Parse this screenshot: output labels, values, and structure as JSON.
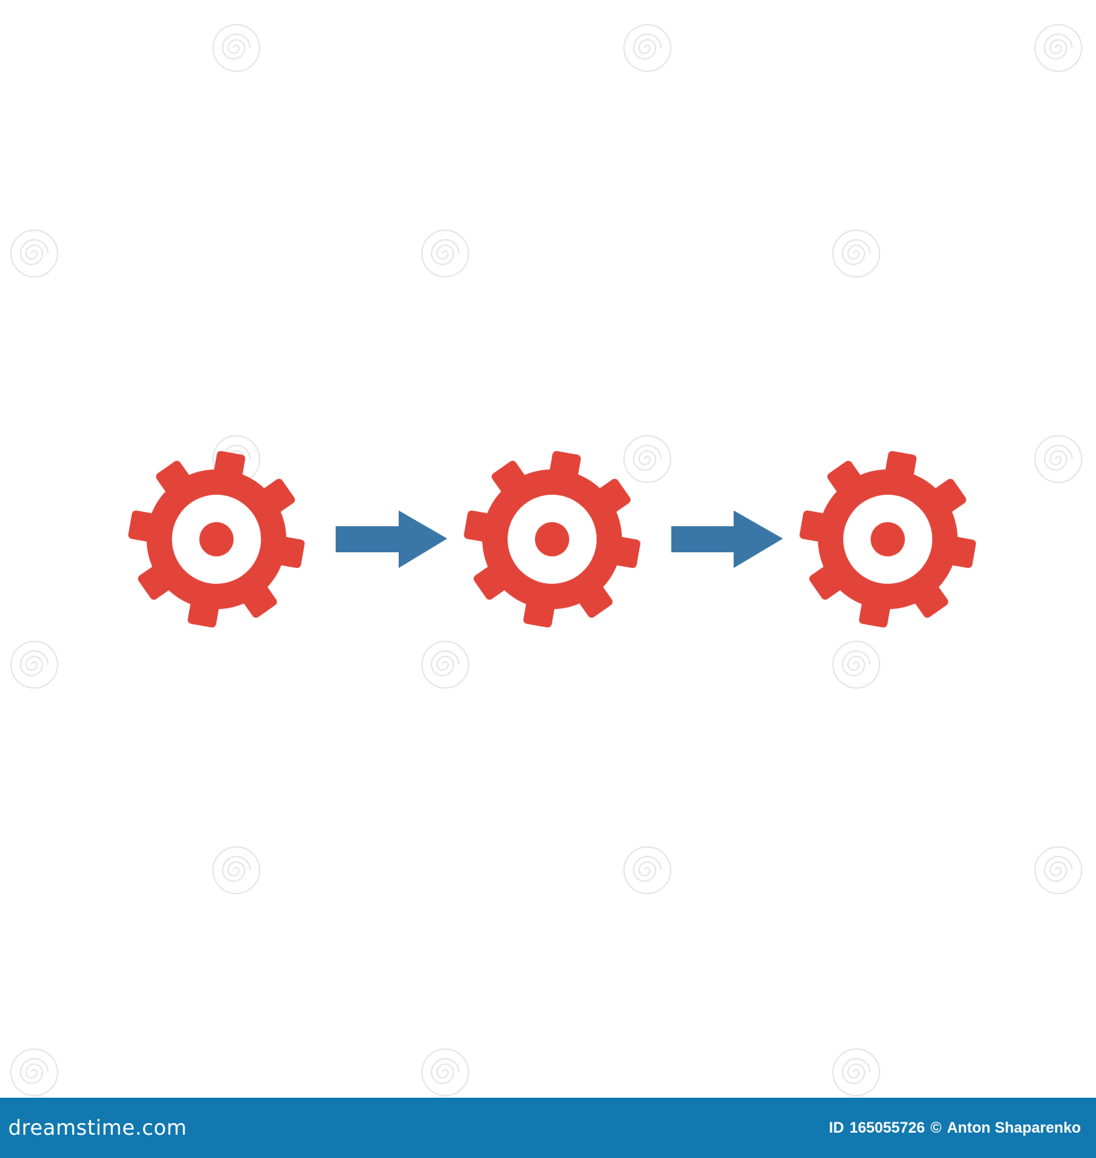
{
  "image": {
    "background_color": "#ffffff",
    "subject": "process flow icon",
    "step_icons": [
      {
        "icon": "gear-icon",
        "color": "#e2443a",
        "center_color": "#e2443a",
        "ring_color": "#ffffff"
      },
      {
        "icon": "gear-icon",
        "color": "#e2443a",
        "center_color": "#e2443a",
        "ring_color": "#ffffff"
      },
      {
        "icon": "gear-icon",
        "color": "#e2443a",
        "center_color": "#e2443a",
        "ring_color": "#ffffff"
      }
    ],
    "connectors": [
      {
        "icon": "arrow-right-icon",
        "color": "#3a77a6"
      },
      {
        "icon": "arrow-right-icon",
        "color": "#3a77a6"
      }
    ],
    "watermark": {
      "icon": "spiral-logo-icon",
      "text": "dreamstime.com",
      "color": "#cfcfcf"
    }
  },
  "footer": {
    "background_color": "#1178b0",
    "text_color": "#ffffff",
    "logo_text": "dreamstime.com",
    "id_label": "ID",
    "id_value": "165055726",
    "copyright_symbol": "©",
    "author": "Anton Shaparenko"
  }
}
